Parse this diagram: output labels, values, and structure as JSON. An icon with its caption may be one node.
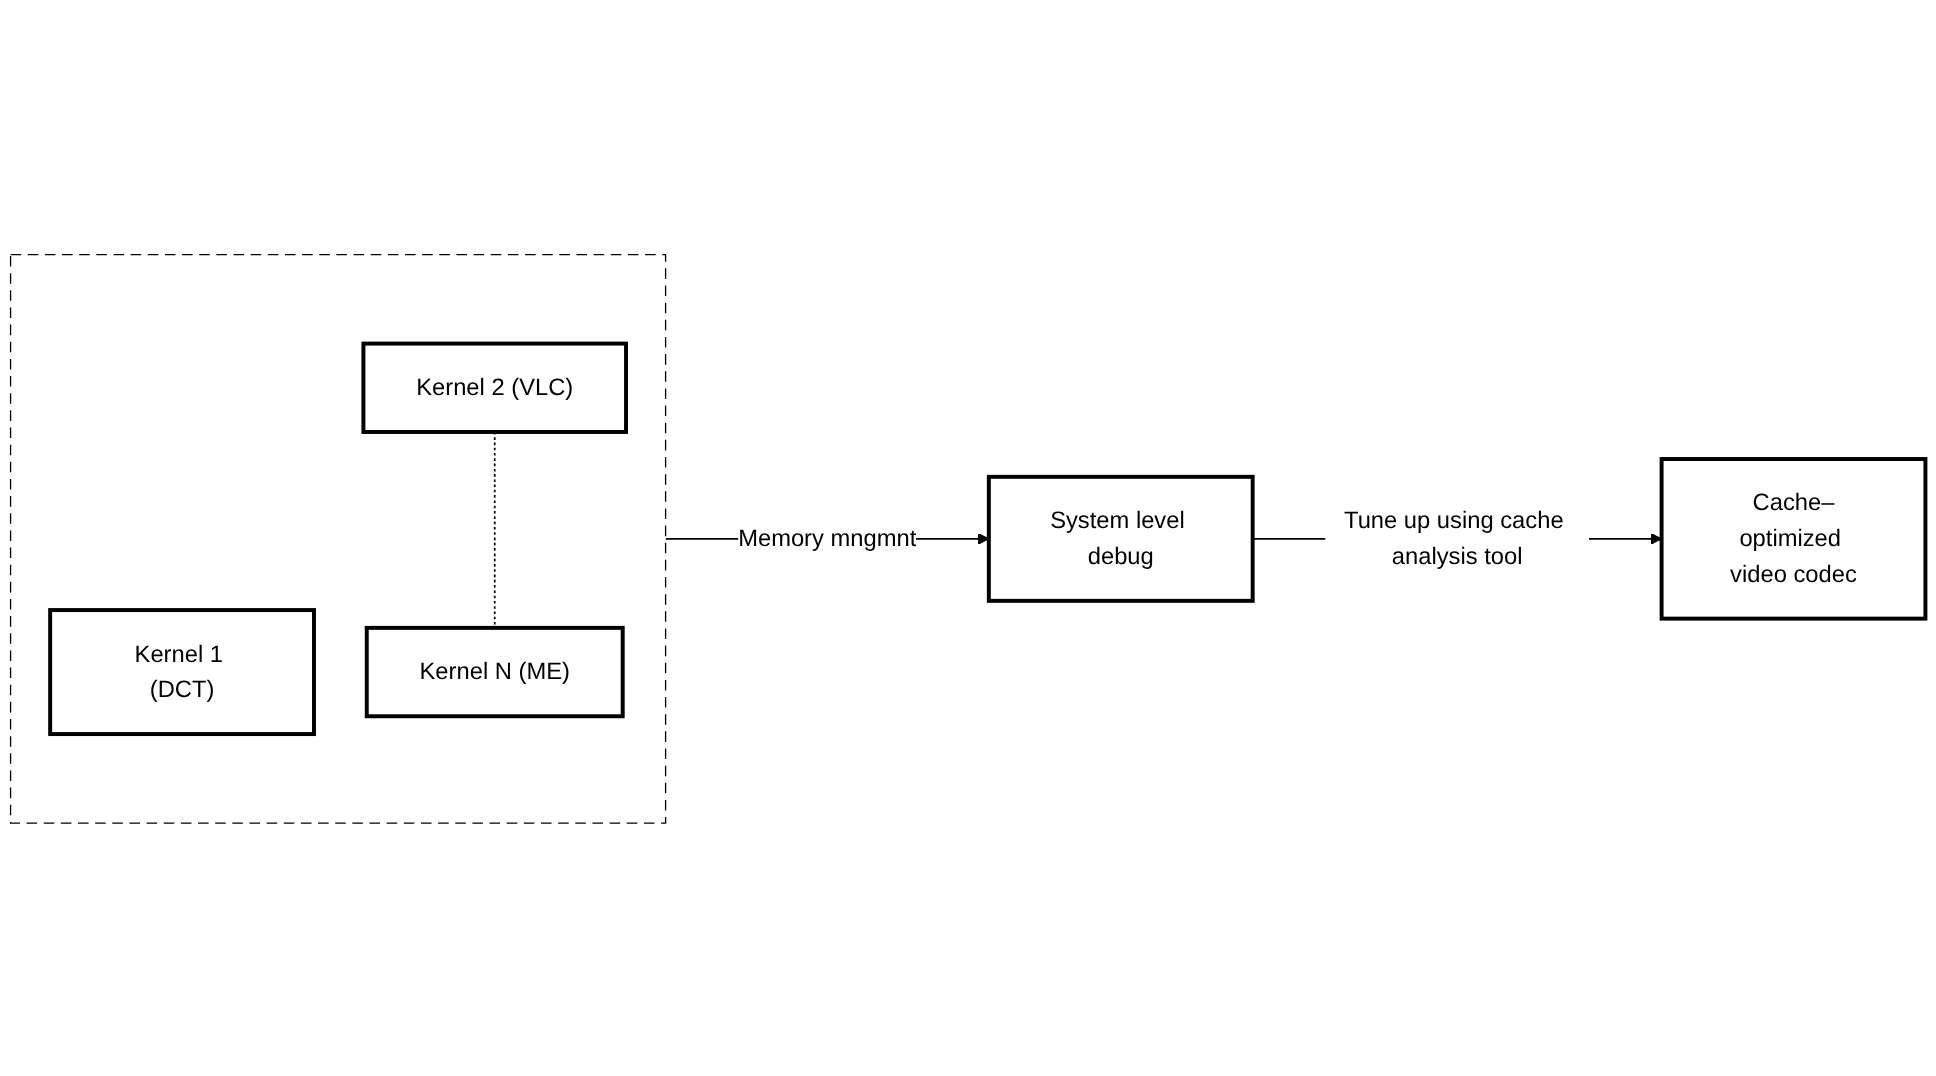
{
  "diagram": {
    "nodes": [
      {
        "text": [],
        "shape": "box"
      },
      {
        "text": [
          "Kernel 1 (DCT)"
        ],
        "in": 0
      },
      {
        "text": [
          "Kernel 2 (VLC)"
        ],
        "in": 0
      },
      {
        "text": [
          "Kernel N (ME)"
        ],
        "in": 0
      },
      {
        "text": [
          "System level debug"
        ]
      },
      {
        "text": [
          "Cache–optimized video codec"
        ]
      }
    ],
    "edges": [
      {
        "from": 2,
        "to": 3,
        "arrow": "none",
        "style": "dashed"
      },
      {
        "from": 0,
        "to": 4,
        "arrow": "to",
        "label": "Memory mngmnt"
      },
      {
        "from": 4,
        "to": 5,
        "arrow": "to",
        "label": "Tune up using cache analysis tool"
      }
    ]
  }
}
